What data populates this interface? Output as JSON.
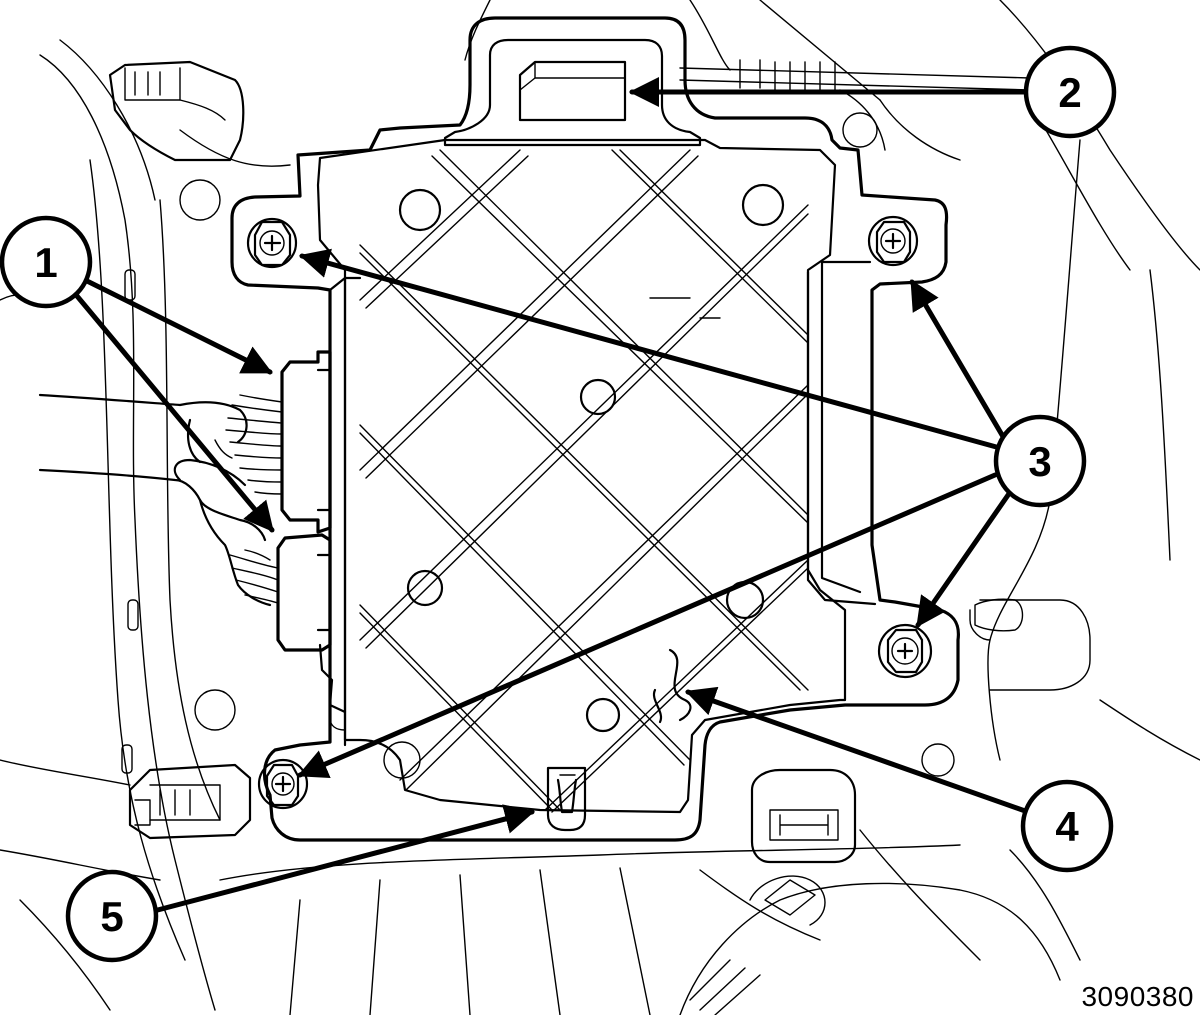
{
  "figure_id": "3090380",
  "callouts": [
    {
      "label": "1",
      "part": "connectors"
    },
    {
      "label": "2",
      "part": "top-tab"
    },
    {
      "label": "3",
      "part": "mounting-screws"
    },
    {
      "label": "4",
      "part": "module"
    },
    {
      "label": "5",
      "part": "retaining-clip"
    }
  ]
}
